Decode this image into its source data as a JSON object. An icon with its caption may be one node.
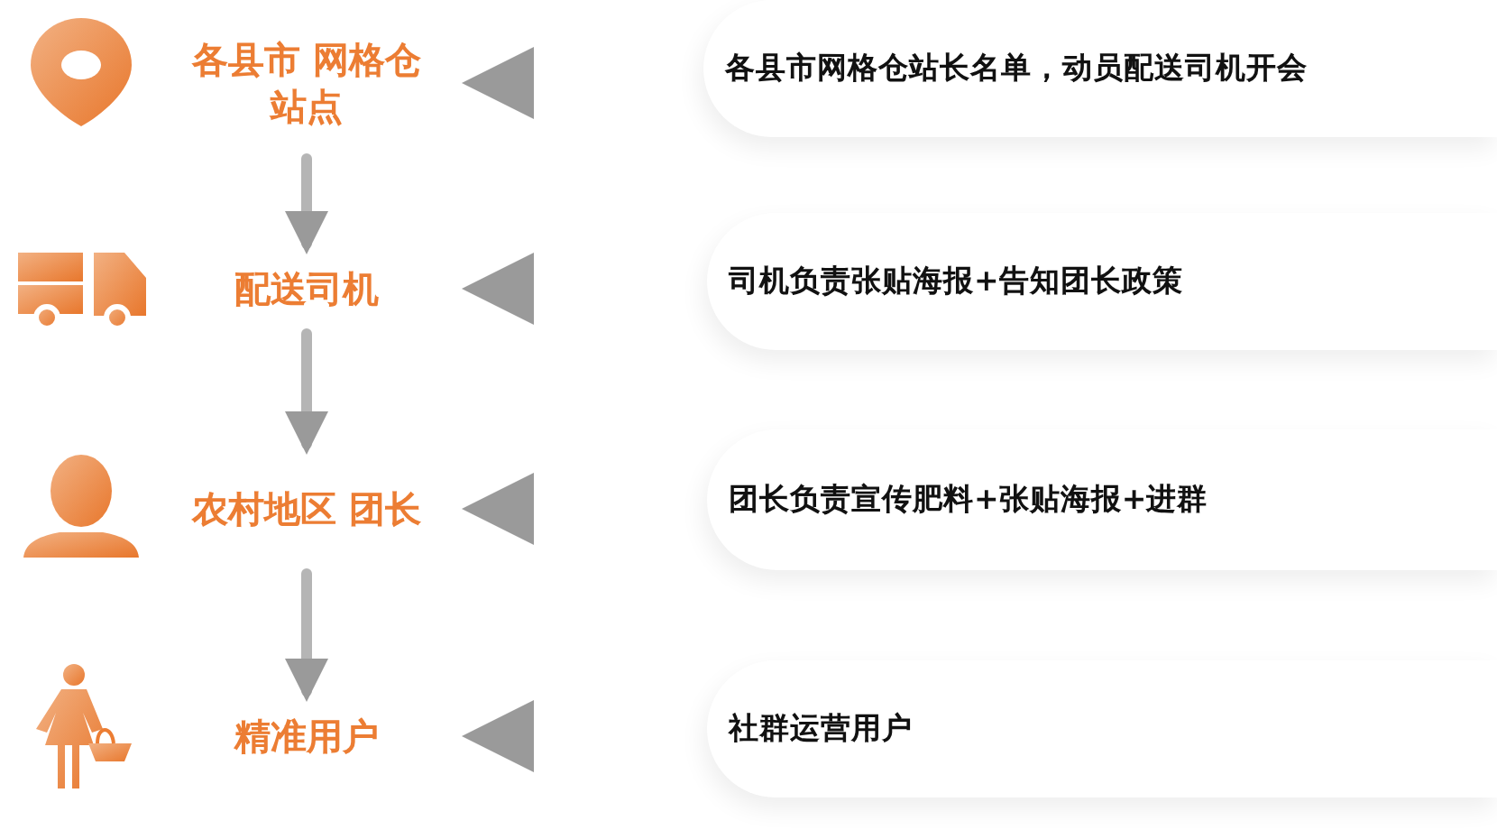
{
  "diagram": {
    "nodes": [
      {
        "text": [
          "各县市 网格仓站点"
        ]
      },
      {
        "text": [
          "配送司机"
        ]
      },
      {
        "text": [
          "农村地区 团长"
        ]
      },
      {
        "text": [
          "精准用户"
        ]
      },
      {
        "text": [
          "各县市网格仓站长名单，动员配送司机开会"
        ]
      },
      {
        "text": [
          "司机负责张贴海报+告知团长政策"
        ]
      },
      {
        "text": [
          "团长负责宣传肥料+张贴海报+进群"
        ]
      },
      {
        "text": [
          "社群运营用户"
        ]
      }
    ],
    "edges": [
      {
        "from": 0,
        "to": 1,
        "arrow": "to"
      },
      {
        "from": 1,
        "to": 2,
        "arrow": "to"
      },
      {
        "from": 2,
        "to": 3,
        "arrow": "to"
      },
      {
        "from": 4,
        "to": 0,
        "arrow": "to"
      },
      {
        "from": 5,
        "to": 1,
        "arrow": "to"
      },
      {
        "from": 6,
        "to": 2,
        "arrow": "to"
      },
      {
        "from": 7,
        "to": 3,
        "arrow": "to"
      }
    ]
  }
}
